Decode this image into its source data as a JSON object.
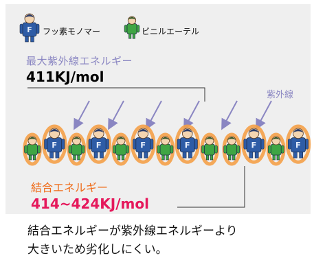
{
  "legend": [
    {
      "label": "フッ素モノマー",
      "figure": "F-monomer",
      "color": "#2e5ca6",
      "letter": "F"
    },
    {
      "label": "ビニルエーテル",
      "figure": "vinyl-ether",
      "color": "#3fa544"
    }
  ],
  "uv": {
    "title": "最大紫外線エネルギー",
    "energy": "411KJ/mol",
    "label": "紫外線"
  },
  "bond": {
    "title": "結合エネルギー",
    "energy": "414~424KJ/mol"
  },
  "chain": {
    "sequence": [
      "V",
      "F",
      "V",
      "F",
      "V",
      "F",
      "V",
      "F",
      "V",
      "V",
      "F",
      "V",
      "F"
    ]
  },
  "caption": {
    "line1": "結合エネルギーが紫外線エネルギーより",
    "line2": "大きいため劣化しにくい。"
  },
  "colors": {
    "uv": "#8a86c2",
    "bond_title": "#ef6c1a",
    "bond_energy": "#e5185b",
    "glow": "#f4a048",
    "f_body": "#2e5ca6",
    "v_body": "#3fa544",
    "skin": "#f3d4b0"
  }
}
